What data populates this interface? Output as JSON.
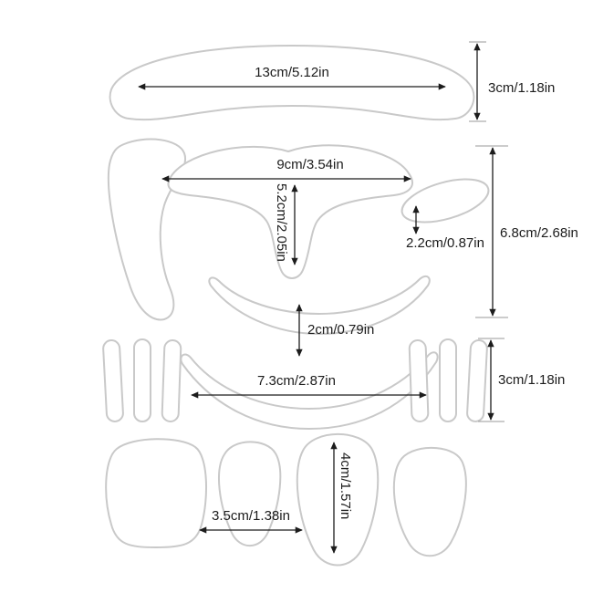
{
  "diagram": {
    "title": "face-patch-size-diagram",
    "dimensions": {
      "forehead_width": "13cm/5.12in",
      "forehead_height": "3cm/1.18in",
      "brow_width": "9cm/3.54in",
      "brow_height": "5.2cm/2.05in",
      "cheek_oval_width": "2.2cm/0.87in",
      "middle_section_height": "6.8cm/2.68in",
      "smile_thickness": "2cm/0.79in",
      "chin_width": "7.3cm/2.87in",
      "strip_height": "3cm/1.18in",
      "pad_width": "3.5cm/1.38in",
      "pad_height": "4cm/1.57in"
    }
  }
}
